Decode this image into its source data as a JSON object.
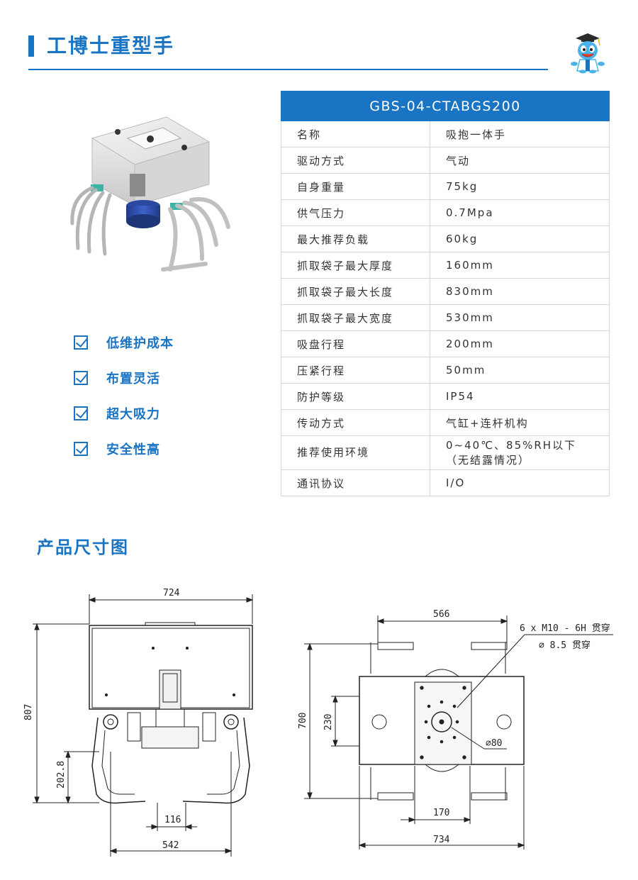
{
  "header": {
    "title": "工博士重型手"
  },
  "features": [
    "低维护成本",
    "布置灵活",
    "超大吸力",
    "安全性高"
  ],
  "spec_table": {
    "model": "GBS-04-CTABGS200",
    "rows": [
      {
        "k": "名称",
        "v": "吸抱一体手"
      },
      {
        "k": "驱动方式",
        "v": "气动"
      },
      {
        "k": "自身重量",
        "v": "75kg"
      },
      {
        "k": "供气压力",
        "v": "0.7Mpa"
      },
      {
        "k": "最大推荐负载",
        "v": "60kg"
      },
      {
        "k": "抓取袋子最大厚度",
        "v": "160mm"
      },
      {
        "k": "抓取袋子最大长度",
        "v": "830mm"
      },
      {
        "k": "抓取袋子最大宽度",
        "v": "530mm"
      },
      {
        "k": "吸盘行程",
        "v": "200mm"
      },
      {
        "k": "压紧行程",
        "v": "50mm"
      },
      {
        "k": "防护等级",
        "v": "IP54"
      },
      {
        "k": "传动方式",
        "v": "气缸+连杆机构"
      },
      {
        "k": "推荐使用环境",
        "v": "0~40℃、85%RH以下",
        "v2": "（无结露情况）"
      },
      {
        "k": "通讯协议",
        "v": "I/O"
      }
    ]
  },
  "dimensions_section": {
    "title": "产品尺寸图",
    "left": {
      "width_top": "724",
      "height": "807",
      "jaw_height": "202.8",
      "gap": "116",
      "width_bottom": "542"
    },
    "right": {
      "width_top": "566",
      "hole_spec_1": "6 x  M10 - 6H 贯穿",
      "hole_spec_2": "∅ 8.5 贯穿",
      "height": "700",
      "inner_height": "230",
      "diameter": "∅80",
      "inner_width": "170",
      "width_bottom": "734"
    }
  },
  "colors": {
    "brand_blue": "#1a74c4",
    "table_border": "#d6d6d6"
  }
}
